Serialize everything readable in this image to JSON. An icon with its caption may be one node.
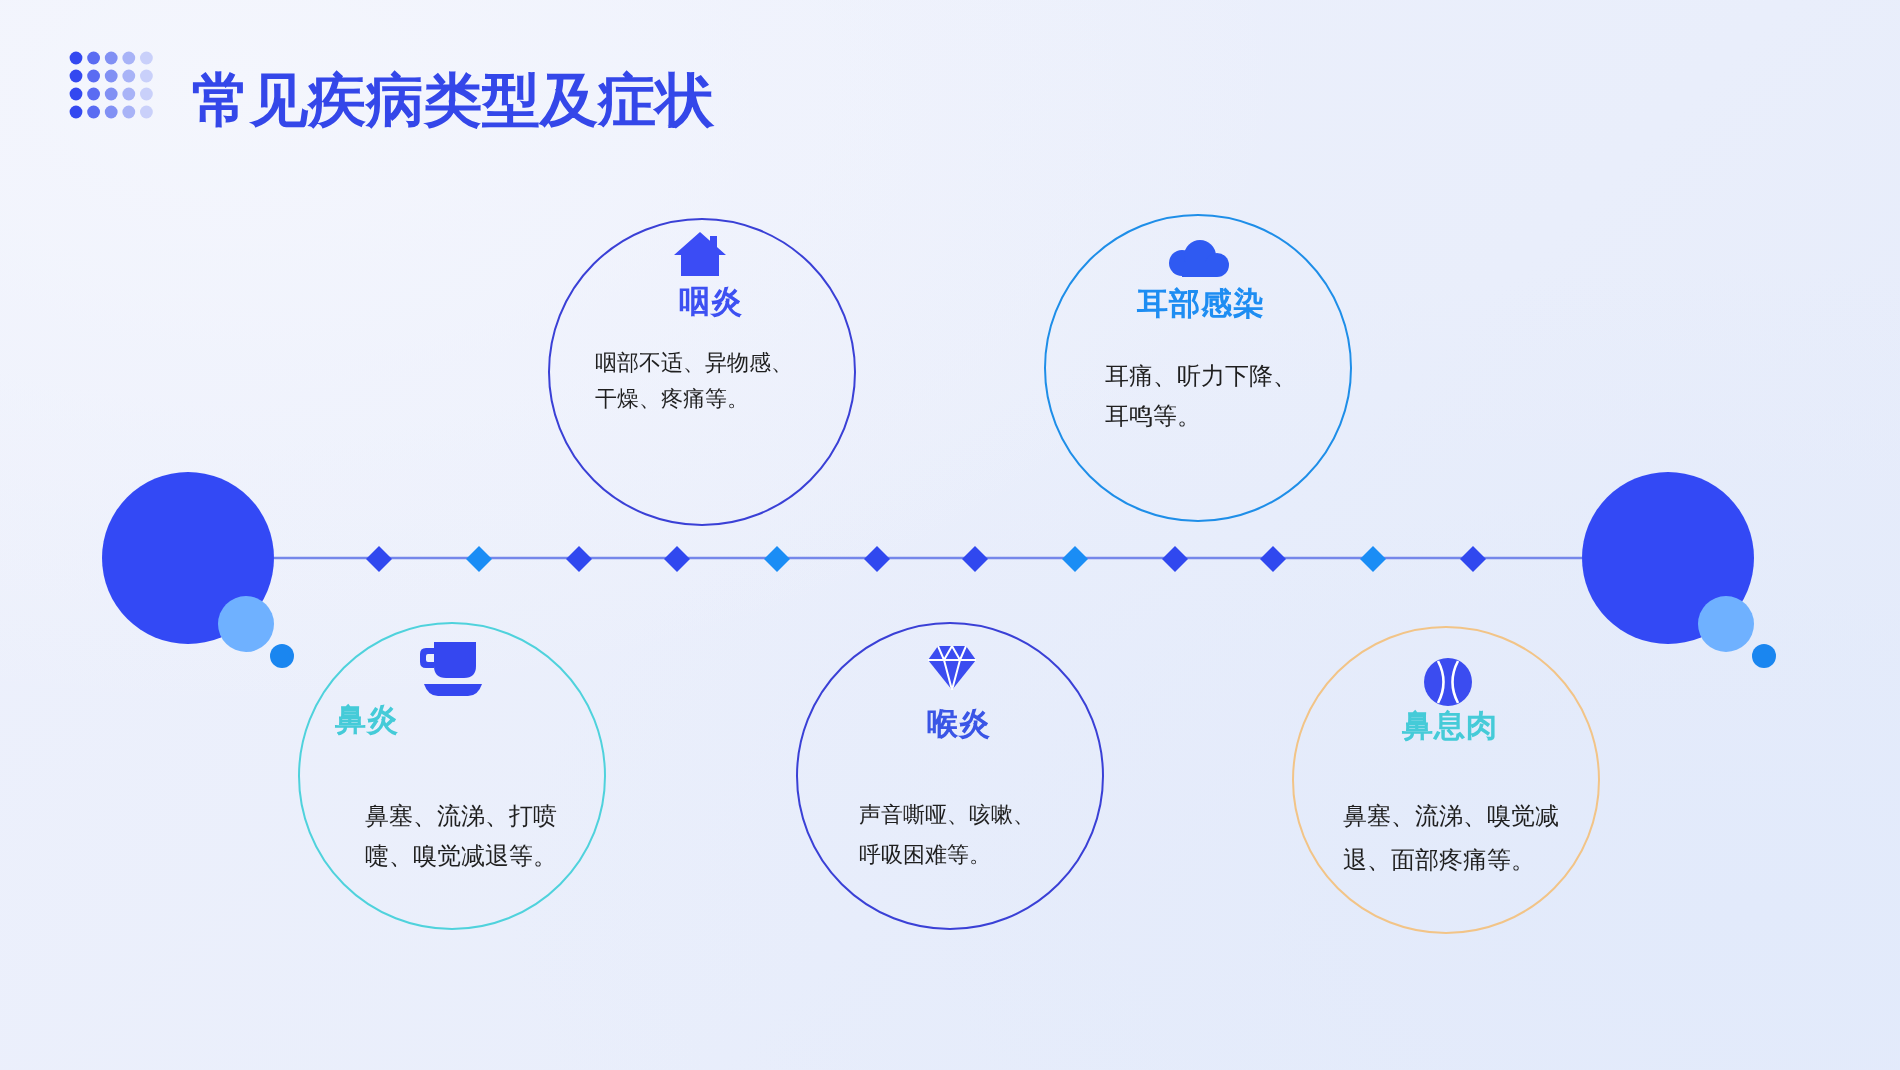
{
  "diagram": {
    "title": "常见疾病类型及症状",
    "nodes": [
      {
        "text": [],
        "shape": "circle"
      },
      {
        "text": [
          "鼻炎",
          "鼻塞、流涕、打喷嚏、嗅觉减退等。"
        ]
      },
      {
        "text": [
          "咽炎",
          "咽部不适、异物感、干燥、疼痛等。"
        ]
      },
      {
        "text": [
          "喉炎",
          "声音嘶哑、咳嗽、呼吸困难等。"
        ]
      },
      {
        "text": [
          "耳部感染",
          "耳痛、听力下降、耳鸣等。"
        ]
      },
      {
        "text": [
          "鼻息肉",
          "鼻塞、流涕、嗅觉减退、面部疼痛等。"
        ]
      },
      {
        "text": [],
        "shape": "circle"
      }
    ],
    "edges": [
      {
        "from": 0,
        "to": 6,
        "arrow": "none"
      }
    ]
  }
}
